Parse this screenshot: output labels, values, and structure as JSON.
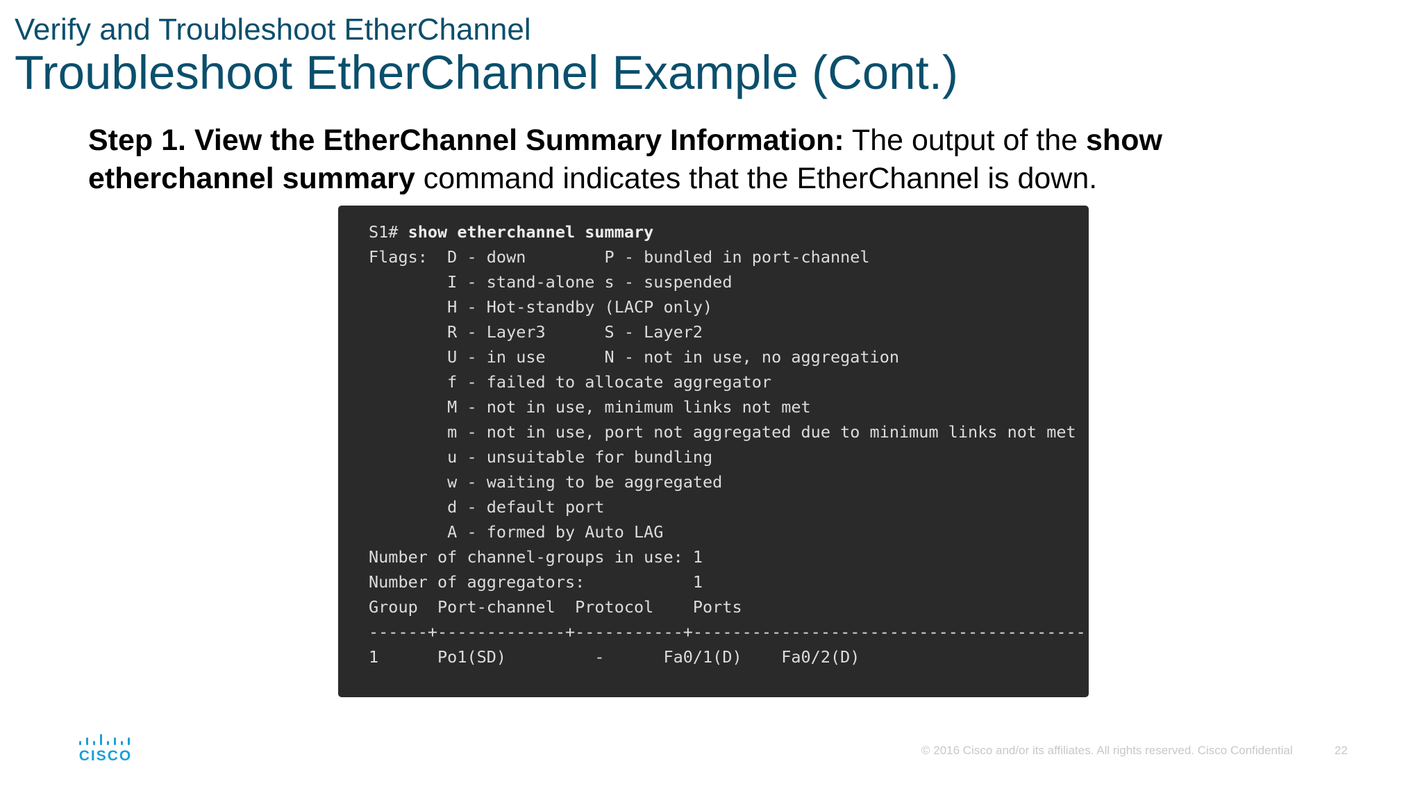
{
  "header": {
    "section_title": "Verify and Troubleshoot EtherChannel",
    "slide_title": "Troubleshoot EtherChannel Example (Cont.)"
  },
  "step": {
    "bold_intro": "Step 1. View the EtherChannel Summary Information:",
    "text_1": " The output of the ",
    "bold_cmd": "show etherchannel summary",
    "text_2": " command indicates that the EtherChannel is down."
  },
  "terminal": {
    "prompt": "S1# ",
    "command": "show etherchannel summary",
    "lines": [
      "Flags:  D - down        P - bundled in port-channel",
      "        I - stand-alone s - suspended",
      "        H - Hot-standby (LACP only)",
      "        R - Layer3      S - Layer2",
      "        U - in use      N - not in use, no aggregation",
      "        f - failed to allocate aggregator",
      "        M - not in use, minimum links not met",
      "        m - not in use, port not aggregated due to minimum links not met",
      "        u - unsuitable for bundling",
      "        w - waiting to be aggregated",
      "        d - default port",
      "        A - formed by Auto LAG",
      "Number of channel-groups in use: 1",
      "Number of aggregators:           1",
      "Group  Port-channel  Protocol    Ports",
      "------+-------------+-----------+-----------------------------------------------",
      "1      Po1(SD)         -      Fa0/1(D)    Fa0/2(D)"
    ]
  },
  "footer": {
    "logo_text": "CISCO",
    "logo_icon": "cisco-bridge-logo",
    "copyright": "© 2016  Cisco and/or its affiliates. All rights reserved.   Cisco Confidential",
    "page_number": "22"
  }
}
